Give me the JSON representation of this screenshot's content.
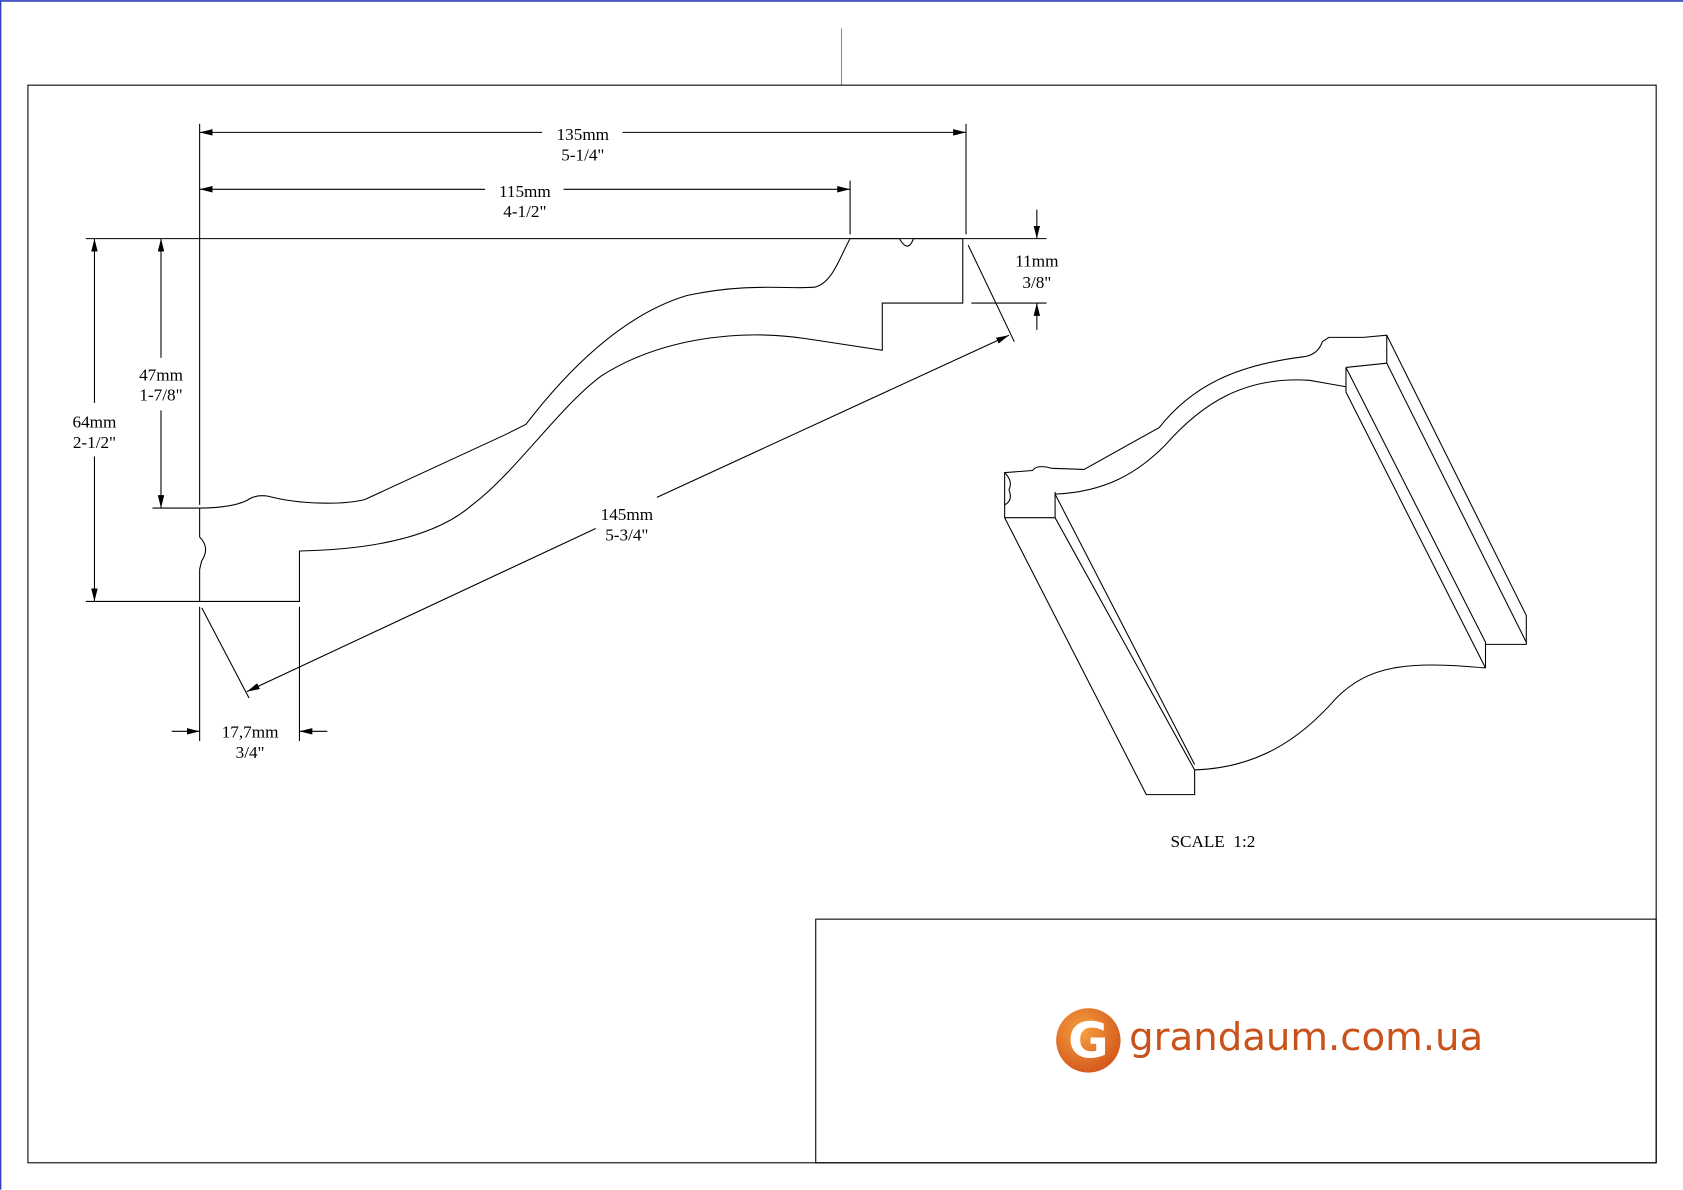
{
  "dimensions": {
    "width_overall": {
      "mm": "135mm",
      "inch": "5-1/4\""
    },
    "width_inner": {
      "mm": "115mm",
      "inch": "4-1/2\""
    },
    "height_overall": {
      "mm": "64mm",
      "inch": "2-1/2\""
    },
    "height_inner": {
      "mm": "47mm",
      "inch": "1-7/8\""
    },
    "top_step": {
      "mm": "11mm",
      "inch": "3/8\""
    },
    "diagonal": {
      "mm": "145mm",
      "inch": "5-3/4\""
    },
    "bottom_step": {
      "mm": "17,7mm",
      "inch": "3/4\""
    }
  },
  "scale_label": "SCALE  1:2",
  "title_block": {
    "logo_letter": "G",
    "logo_text": "grandaum.com.ua",
    "brand_color": "#c9521b"
  }
}
